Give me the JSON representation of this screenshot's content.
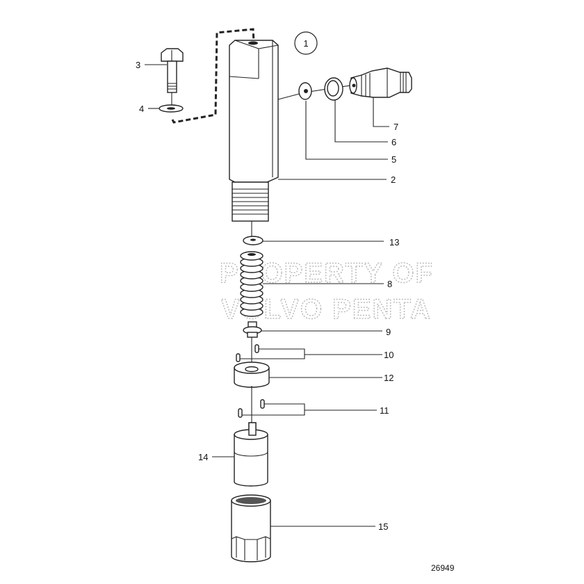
{
  "diagram": {
    "assembly_callout": "1",
    "drawing_number": "26949",
    "watermark": [
      "PROPERTY OF",
      "VOLVO PENTA"
    ],
    "parts": [
      {
        "id": "2",
        "label": "2",
        "name": "injector-holder-body"
      },
      {
        "id": "3",
        "label": "3",
        "name": "bolt"
      },
      {
        "id": "4",
        "label": "4",
        "name": "washer"
      },
      {
        "id": "5",
        "label": "5",
        "name": "sealing-washer"
      },
      {
        "id": "6",
        "label": "6",
        "name": "seal-ring"
      },
      {
        "id": "7",
        "label": "7",
        "name": "connection-nipple"
      },
      {
        "id": "8",
        "label": "8",
        "name": "spring"
      },
      {
        "id": "9",
        "label": "9",
        "name": "spring-seat"
      },
      {
        "id": "10",
        "label": "10",
        "name": "pins-upper"
      },
      {
        "id": "11",
        "label": "11",
        "name": "pins-lower"
      },
      {
        "id": "12",
        "label": "12",
        "name": "intermediate-disc"
      },
      {
        "id": "13",
        "label": "13",
        "name": "shim"
      },
      {
        "id": "14",
        "label": "14",
        "name": "nozzle"
      },
      {
        "id": "15",
        "label": "15",
        "name": "nozzle-nut"
      }
    ]
  }
}
